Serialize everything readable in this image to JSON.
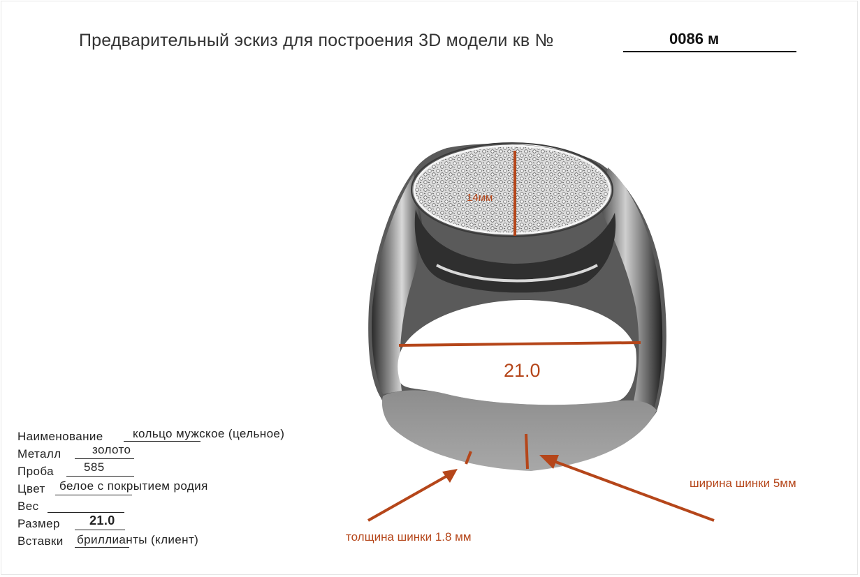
{
  "header": {
    "title": "Предварительный эскиз для построения 3D модели кв №",
    "order_number": "0086 м"
  },
  "drawing": {
    "top_height_label": "14мм",
    "inner_diameter_label": "21.0",
    "shank_width_label": "ширина шинки 5мм",
    "shank_thickness_label": "толщина шинки 1.8 мм",
    "annotation_color": "#b5461a"
  },
  "form": {
    "name_label": "Наименование",
    "name_value": "кольцо мужское (цельное)",
    "metal_label": "Металл",
    "metal_value": "золото",
    "assay_label": "Проба",
    "assay_value": "585",
    "color_label": "Цвет",
    "color_value": "белое с покрытием родия",
    "weight_label": "Вес",
    "weight_value": "",
    "size_label": "Размер",
    "size_value": "21.0",
    "inserts_label": "Вставки",
    "inserts_value": "бриллианты (клиент)"
  }
}
